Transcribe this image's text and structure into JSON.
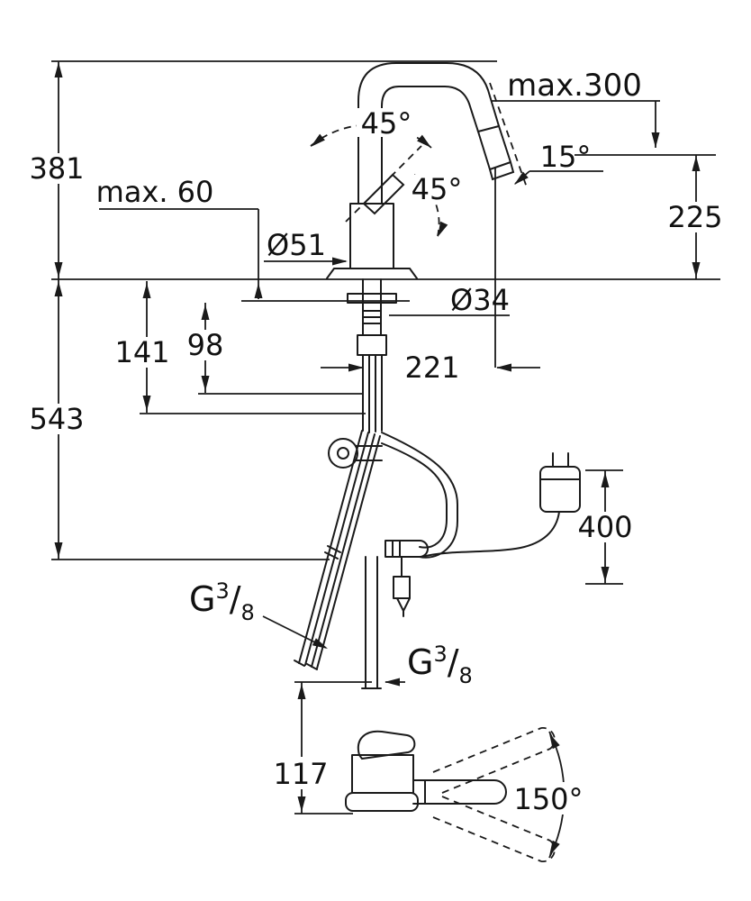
{
  "drawing": {
    "title": "faucet-dimension-drawing",
    "labels": {
      "max300": "max.300",
      "angle45_top": "45°",
      "angle45_mid": "45°",
      "angle15": "15°",
      "d381": "381",
      "max60": "max. 60",
      "d225": "225",
      "dia51": "Ø51",
      "dia34": "Ø34",
      "d141": "141",
      "d98": "98",
      "d221": "221",
      "d543": "543",
      "d400": "400",
      "d117": "117",
      "angle150": "150°"
    },
    "g38": {
      "g": "G",
      "sup": "3",
      "slash": "/",
      "sub": "8"
    },
    "colors": {
      "line": "#1a1a1a",
      "background": "#ffffff"
    }
  }
}
